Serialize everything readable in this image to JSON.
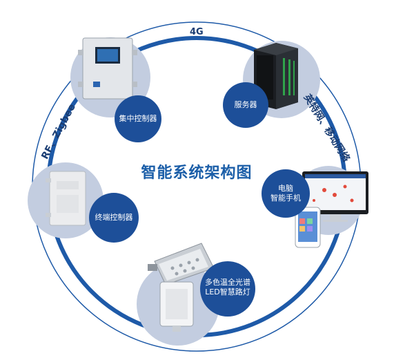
{
  "title": "智能系统架构图",
  "network_labels": {
    "top": "4G",
    "left": "RF、Zigbee",
    "right": "英特网、移动网络"
  },
  "nodes": {
    "concentrator": "集中控制器",
    "server": "服务器",
    "pc_phone_line1": "电脑",
    "pc_phone_line2": "智能手机",
    "terminal": "终端控制器",
    "led_line1": "多色温全光谱",
    "led_line2": "LED智慧路灯"
  },
  "colors": {
    "ring": "#1e5aa8",
    "disc": "#c3cde0",
    "badge": "#1d4f99",
    "title": "#1b5ea8"
  }
}
